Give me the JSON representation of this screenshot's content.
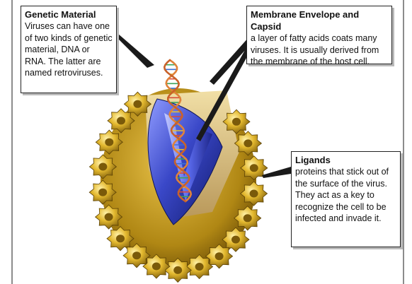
{
  "callouts": {
    "genetic_material": {
      "title": "Genetic Material",
      "text": "Viruses can have one of two kinds of genetic material, DNA or RNA. The latter are named retroviruses."
    },
    "membrane_envelope": {
      "title": "Membrane Envelope and Capsid",
      "text": "a layer of fatty acids coats many viruses. It is usually derived from the membrane of the host cell."
    },
    "ligands": {
      "title": "Ligands",
      "text": "proteins that stick out of the surface of the virus. They act as a key to recognize the cell to be infected and invade it."
    }
  },
  "colors": {
    "envelope_gold": "#c9a227",
    "capsid_blue": "#3a48c8",
    "dna_orange": "#e0823a",
    "background": "#ffffff"
  }
}
